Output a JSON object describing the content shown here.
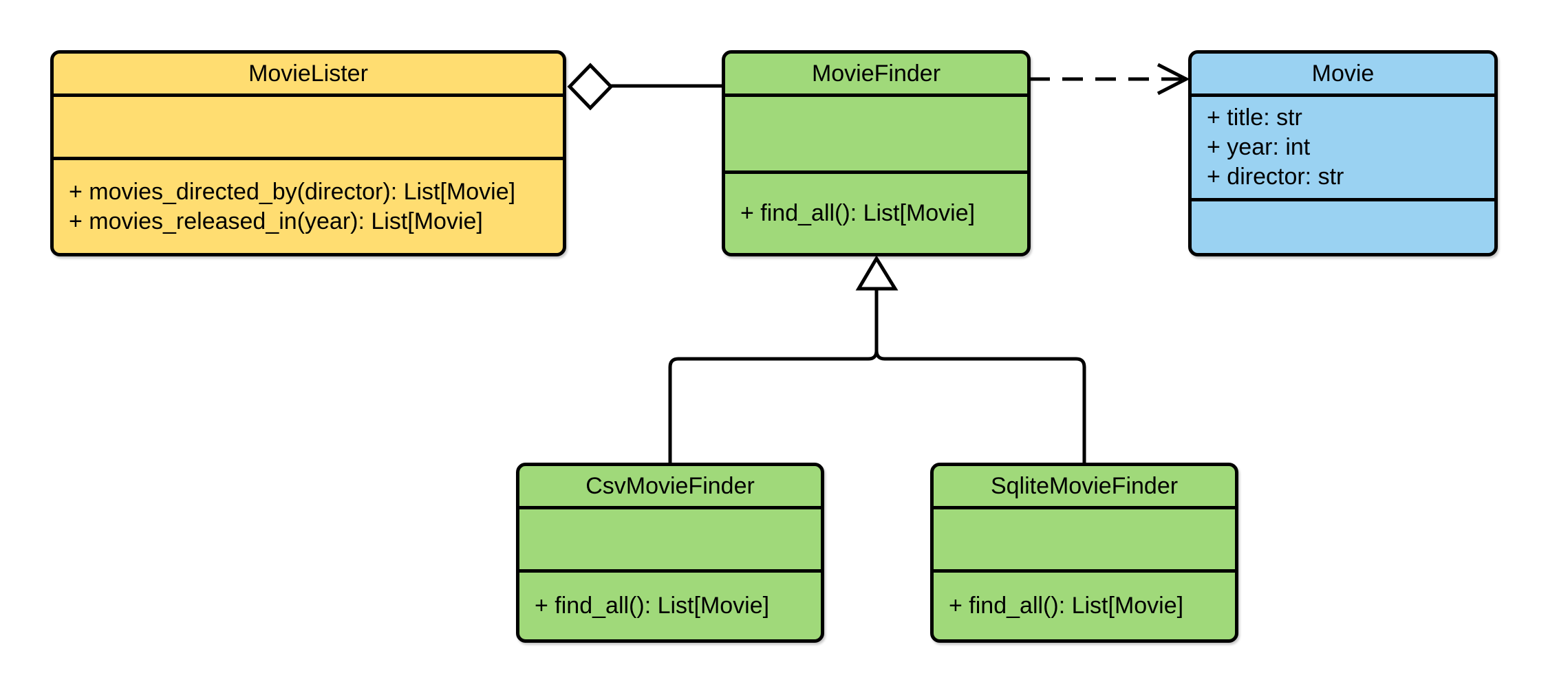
{
  "diagram": {
    "type": "uml-class-diagram",
    "background_color": "#FFFFFF",
    "stroke_color": "#000000",
    "classes": {
      "movie_lister": {
        "name": "MovieLister",
        "fill": "#FFDD71",
        "attributes": [],
        "methods": [
          "+ movies_directed_by(director): List[Movie]",
          "+ movies_released_in(year): List[Movie]"
        ]
      },
      "movie_finder": {
        "name": "MovieFinder",
        "fill": "#A0D97A",
        "attributes": [],
        "methods": [
          "+ find_all(): List[Movie]"
        ]
      },
      "movie": {
        "name": "Movie",
        "fill": "#9AD2F2",
        "attributes": [
          "+ title: str",
          "+ year: int",
          "+ director: str"
        ],
        "methods": []
      },
      "csv_movie_finder": {
        "name": "CsvMovieFinder",
        "fill": "#A0D97A",
        "attributes": [],
        "methods": [
          "+ find_all(): List[Movie]"
        ]
      },
      "sqlite_movie_finder": {
        "name": "SqliteMovieFinder",
        "fill": "#A0D97A",
        "attributes": [],
        "methods": [
          "+ find_all(): List[Movie]"
        ]
      }
    },
    "relationships": [
      {
        "type": "aggregation",
        "from": "MovieLister",
        "to": "MovieFinder",
        "marker": "hollow-diamond",
        "line": "solid"
      },
      {
        "type": "dependency",
        "from": "MovieFinder",
        "to": "Movie",
        "marker": "open-arrow",
        "line": "dashed"
      },
      {
        "type": "inheritance",
        "from": "CsvMovieFinder",
        "to": "MovieFinder",
        "marker": "hollow-triangle",
        "line": "solid"
      },
      {
        "type": "inheritance",
        "from": "SqliteMovieFinder",
        "to": "MovieFinder",
        "marker": "hollow-triangle",
        "line": "solid"
      }
    ]
  }
}
